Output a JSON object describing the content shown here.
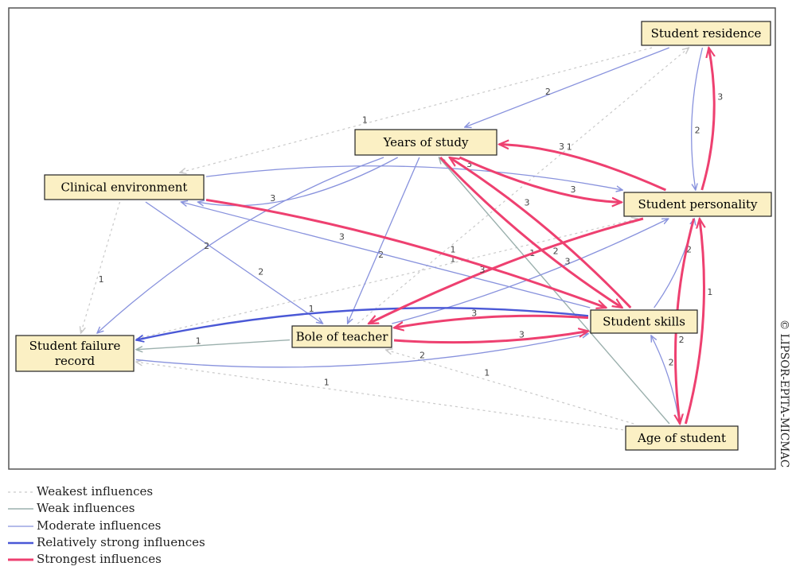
{
  "nodes": [
    {
      "id": "residence",
      "label": [
        "Student residence"
      ]
    },
    {
      "id": "years",
      "label": [
        "Years of study"
      ]
    },
    {
      "id": "clinical",
      "label": [
        "Clinical environment"
      ]
    },
    {
      "id": "personality",
      "label": [
        "Student personality"
      ]
    },
    {
      "id": "skills",
      "label": [
        "Student skills"
      ]
    },
    {
      "id": "teacher",
      "label": [
        "Bole of teacher"
      ]
    },
    {
      "id": "failure",
      "label": [
        "Student failure",
        "record"
      ]
    },
    {
      "id": "age",
      "label": [
        "Age of student"
      ]
    }
  ],
  "edges": [
    {
      "from": "years",
      "to": "personality",
      "level": "strongest",
      "weight": "3"
    },
    {
      "from": "personality",
      "to": "years",
      "level": "strongest",
      "weight": "3"
    },
    {
      "from": "years",
      "to": "skills",
      "level": "strongest",
      "weight": "2"
    },
    {
      "from": "skills",
      "to": "years",
      "level": "strongest",
      "weight": "3"
    },
    {
      "from": "personality",
      "to": "teacher",
      "level": "strongest",
      "weight": "3"
    },
    {
      "from": "personality",
      "to": "residence",
      "level": "strongest",
      "weight": "3"
    },
    {
      "from": "personality",
      "to": "age",
      "level": "strongest",
      "weight": "2"
    },
    {
      "from": "age",
      "to": "personality",
      "level": "strongest",
      "weight": "1"
    },
    {
      "from": "clinical",
      "to": "skills",
      "level": "strongest",
      "weight": "1"
    },
    {
      "from": "teacher",
      "to": "skills",
      "level": "strongest",
      "weight": "3"
    },
    {
      "from": "skills",
      "to": "teacher",
      "level": "strongest",
      "weight": "3"
    },
    {
      "from": "residence",
      "to": "years",
      "level": "moderate",
      "weight": "2"
    },
    {
      "from": "residence",
      "to": "personality",
      "level": "moderate",
      "weight": "2"
    },
    {
      "from": "clinical",
      "to": "personality",
      "level": "moderate",
      "weight": "3"
    },
    {
      "from": "years",
      "to": "clinical",
      "level": "moderate",
      "weight": "3"
    },
    {
      "from": "clinical",
      "to": "teacher",
      "level": "moderate",
      "weight": "2"
    },
    {
      "from": "years",
      "to": "failure",
      "level": "moderate",
      "weight": "2"
    },
    {
      "from": "years",
      "to": "teacher",
      "level": "moderate",
      "weight": "2"
    },
    {
      "from": "teacher",
      "to": "personality",
      "level": "moderate",
      "weight": "3"
    },
    {
      "from": "skills",
      "to": "clinical",
      "level": "moderate",
      "weight": "3"
    },
    {
      "from": "skills",
      "to": "failure",
      "level": "relatively-strong",
      "weight": "1"
    },
    {
      "from": "failure",
      "to": "skills",
      "level": "moderate",
      "weight": "2"
    },
    {
      "from": "age",
      "to": "skills",
      "level": "moderate",
      "weight": "2"
    },
    {
      "from": "skills",
      "to": "personality",
      "level": "moderate",
      "weight": "2"
    },
    {
      "from": "age",
      "to": "years",
      "level": "weak",
      "weight": "1"
    },
    {
      "from": "teacher",
      "to": "failure",
      "level": "weak",
      "weight": "1"
    },
    {
      "from": "residence",
      "to": "clinical",
      "level": "weakest",
      "weight": "1"
    },
    {
      "from": "clinical",
      "to": "failure",
      "level": "weakest",
      "weight": "1"
    },
    {
      "from": "age",
      "to": "failure",
      "level": "weakest",
      "weight": "1"
    },
    {
      "from": "failure",
      "to": "personality",
      "level": "weakest",
      "weight": "1"
    },
    {
      "from": "age",
      "to": "teacher",
      "level": "weakest",
      "weight": "1"
    },
    {
      "from": "teacher",
      "to": "residence",
      "level": "weakest",
      "weight": "1"
    }
  ],
  "styles": {
    "weakest": {
      "color": "#c9c9c9",
      "width": 1.2,
      "dash": "3,4"
    },
    "weak": {
      "color": "#9bb0ad",
      "width": 1.4,
      "dash": ""
    },
    "moderate": {
      "color": "#8892dd",
      "width": 1.3,
      "dash": ""
    },
    "relatively-strong": {
      "color": "#4a58d6",
      "width": 2.4,
      "dash": ""
    },
    "strongest": {
      "color": "#ee4070",
      "width": 3,
      "dash": ""
    }
  },
  "legend": [
    {
      "level": "weakest",
      "label": "Weakest influences"
    },
    {
      "level": "weak",
      "label": "Weak influences"
    },
    {
      "level": "moderate",
      "label": "Moderate influences"
    },
    {
      "level": "relatively-strong",
      "label": "Relatively strong influences"
    },
    {
      "level": "strongest",
      "label": "Strongest influences"
    }
  ],
  "copyright": "© LIPSOR-EPITA-MICMAC"
}
